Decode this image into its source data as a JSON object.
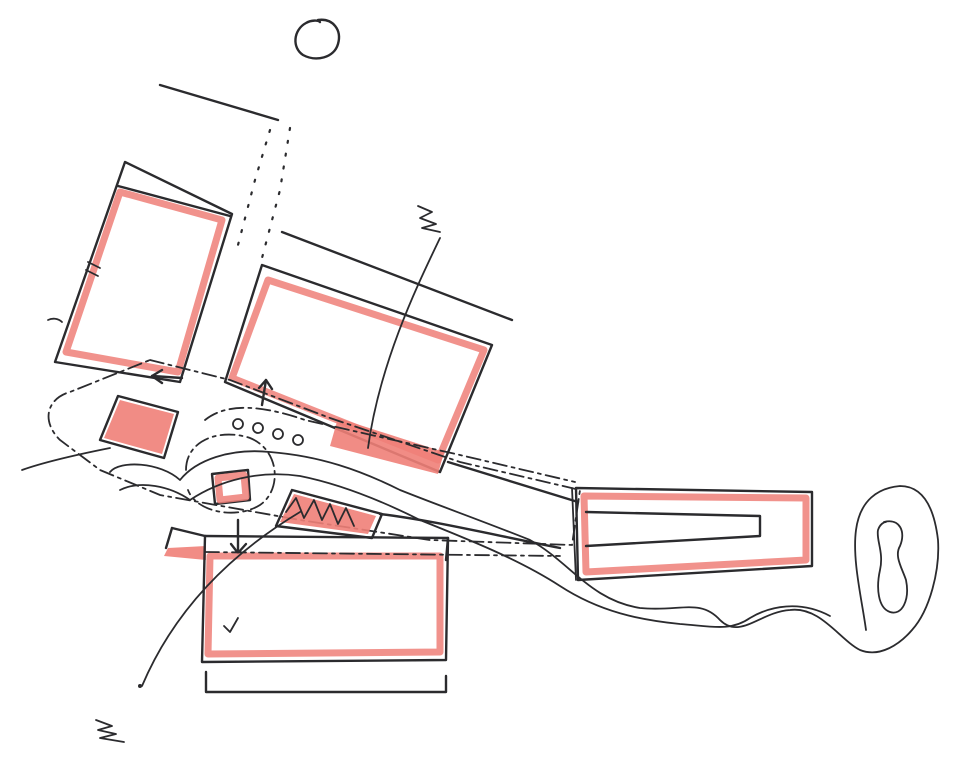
{
  "colors": {
    "ink": "#2b2b2e",
    "marker": "#ef7f78",
    "marker_fill": "#f08a82",
    "paper": "#ffffff"
  },
  "annotations": {
    "north_arrow": "N",
    "scribble_label_top": "ʒ",
    "scribble_label_bottom": "ʒ",
    "small_mark": "✓"
  }
}
